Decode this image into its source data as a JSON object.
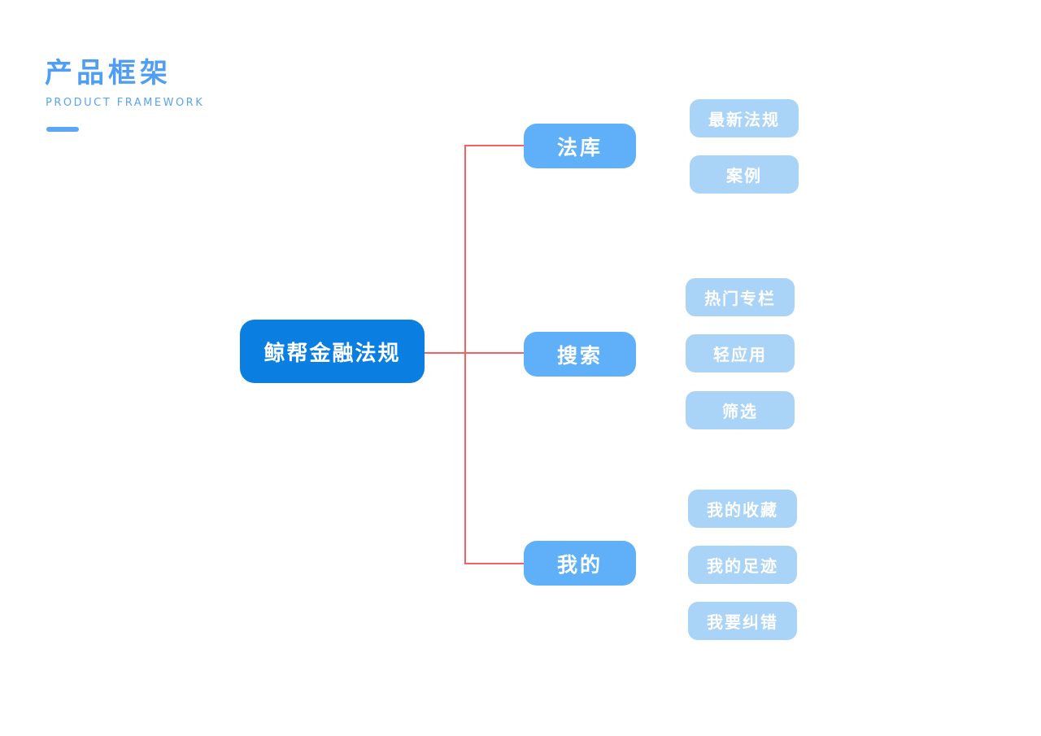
{
  "header": {
    "title": "产品框架",
    "subtitle": "PRODUCT FRAMEWORK"
  },
  "diagram": {
    "root": {
      "label": "鲸帮金融法规"
    },
    "branches": [
      {
        "label": "法库",
        "children": [
          "最新法规",
          "案例"
        ]
      },
      {
        "label": "搜索",
        "children": [
          "热门专栏",
          "轻应用",
          "筛选"
        ]
      },
      {
        "label": "我的",
        "children": [
          "我的收藏",
          "我的足迹",
          "我要纠错"
        ]
      }
    ]
  },
  "colors": {
    "root_bg": "#0b7fe1",
    "branch_bg": "#5fb0f8",
    "leaf_bg": "#a9d3f7",
    "connector": "#f76060",
    "title_color": "#4f9ef3",
    "subtitle_color": "#5aa4f0",
    "accent_bar": "#5aa7f3"
  }
}
